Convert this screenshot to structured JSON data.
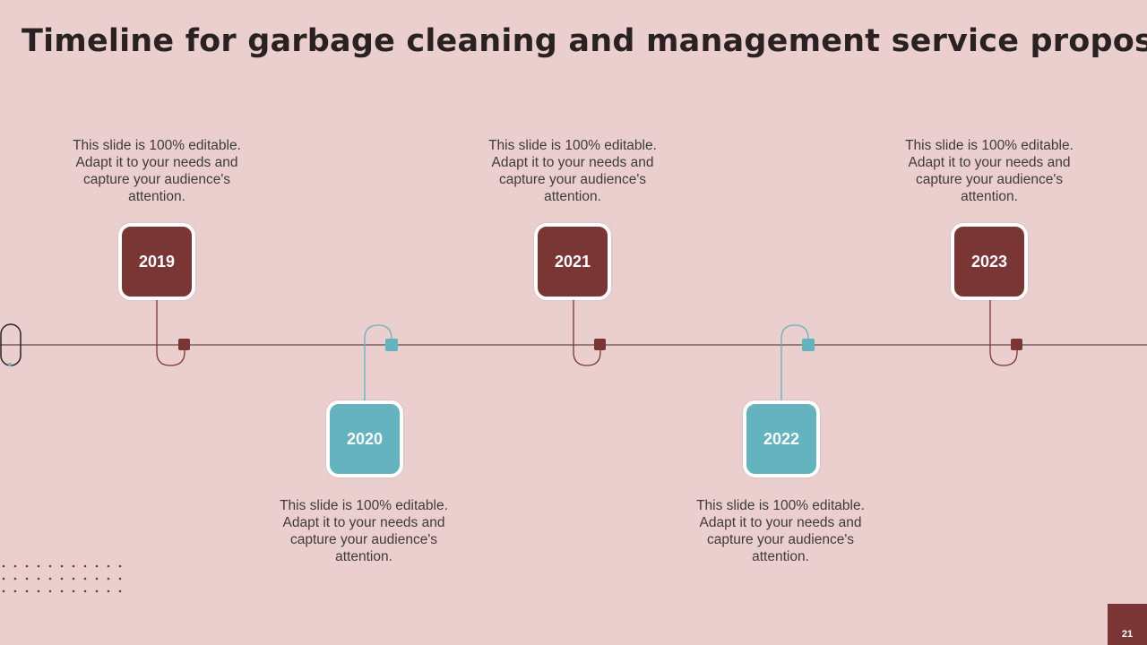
{
  "title": "Timeline for garbage cleaning and management service proposal",
  "milestones": [
    {
      "year": "2019",
      "text": "This slide is 100% editable. Adapt it to your needs and capture your audience's attention."
    },
    {
      "year": "2020",
      "text": "This slide is 100% editable. Adapt it to your needs and capture your audience's attention."
    },
    {
      "year": "2021",
      "text": "This slide is 100% editable. Adapt it to your needs and capture your audience's attention."
    },
    {
      "year": "2022",
      "text": "This slide is 100% editable. Adapt it to your needs and capture your audience's attention."
    },
    {
      "year": "2023",
      "text": "This slide is 100% editable. Adapt it to your needs and capture your audience's attention."
    }
  ],
  "page_number": "21",
  "colors": {
    "background": "#ebcfcf",
    "red": "#7a3535",
    "teal": "#65b3be",
    "title": "#2a2222"
  }
}
